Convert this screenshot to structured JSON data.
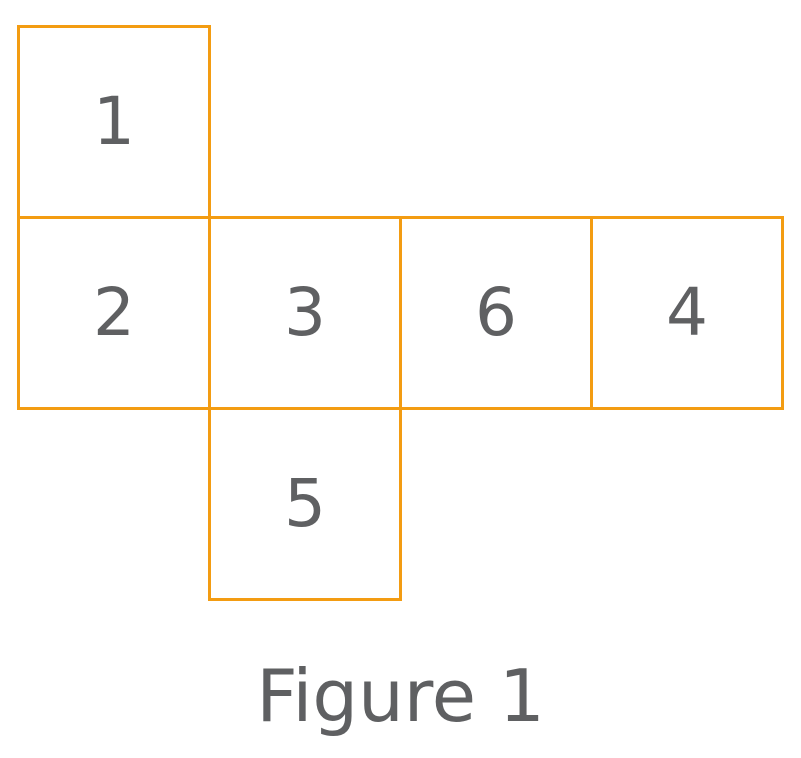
{
  "faces": {
    "f1": "1",
    "f2": "2",
    "f3": "3",
    "f6": "6",
    "f4": "4",
    "f5": "5"
  },
  "caption": "Figure 1",
  "colors": {
    "outline": "#f39c12",
    "text": "#5f6062",
    "background": "#ffffff"
  }
}
